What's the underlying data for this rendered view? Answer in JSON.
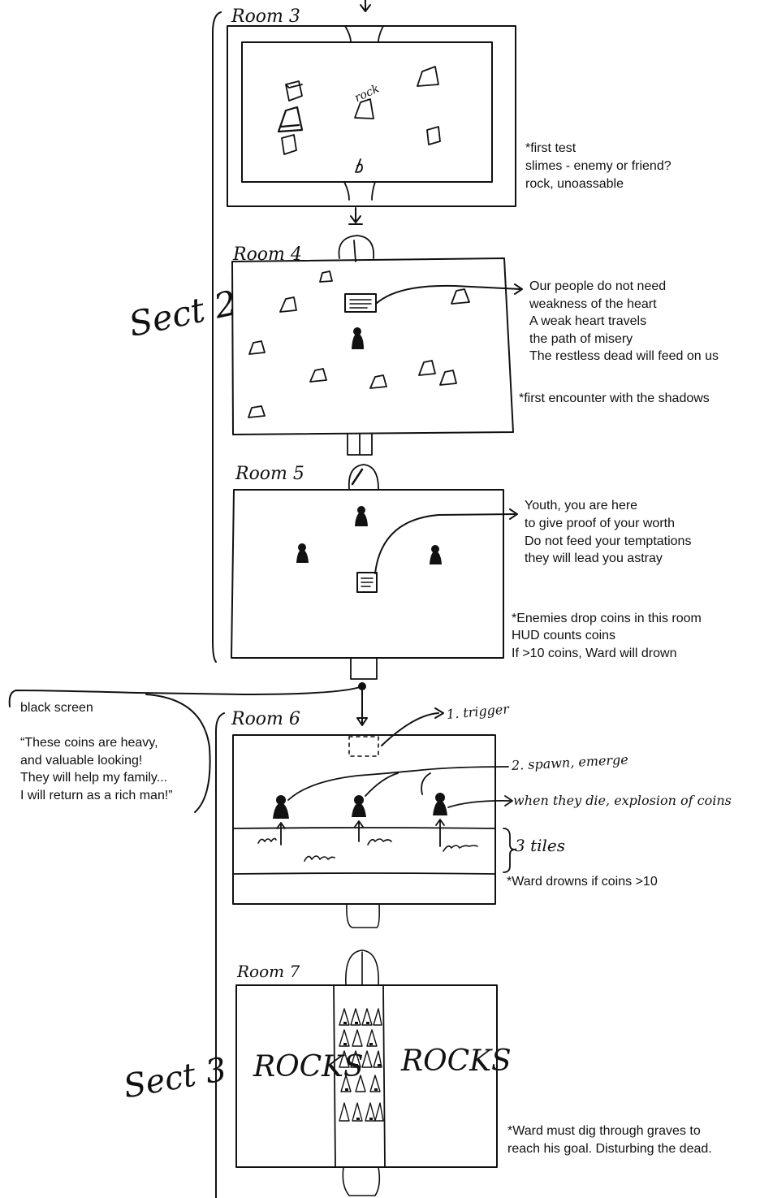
{
  "sections": {
    "sect2": "Sect 2",
    "sect3": "Sect 3"
  },
  "rooms": {
    "room3": {
      "title": "Room 3",
      "rock_label": "rock",
      "notes": [
        "*first test",
        "slimes - enemy or friend?",
        "rock, unoassable"
      ]
    },
    "room4": {
      "title": "Room 4",
      "sign_text": [
        "Our people do not need",
        "weakness of the heart",
        "A weak heart travels",
        "the path of misery",
        "The restless dead will feed on us"
      ],
      "note": "*first encounter with the shadows"
    },
    "room5": {
      "title": "Room 5",
      "sign_text": [
        "Youth, you are here",
        "to give proof of your worth",
        "Do not feed your temptations",
        "they will lead you astray"
      ],
      "notes": [
        "*Enemies drop coins in this room",
        "HUD counts coins",
        "If >10 coins, Ward will drown"
      ]
    },
    "black_screen": {
      "label": "black screen",
      "quote": [
        "“These coins are heavy,",
        "and valuable looking!",
        "They will help my family...",
        "I will return as a rich man!”"
      ]
    },
    "room6": {
      "title": "Room 6",
      "trigger": "1. trigger",
      "spawn": "2. spawn, emerge",
      "death": "when they die, explosion of coins",
      "tiles": "3 tiles",
      "note": "*Ward drowns if coins >10"
    },
    "room7": {
      "title": "Room 7",
      "rocks_left": "ROCKS",
      "rocks_right": "ROCKS",
      "notes": [
        "*Ward must dig through graves to",
        "reach his goal. Disturbing the dead."
      ]
    }
  },
  "colors": {
    "ink": "#111111",
    "paper": "#ffffff"
  }
}
